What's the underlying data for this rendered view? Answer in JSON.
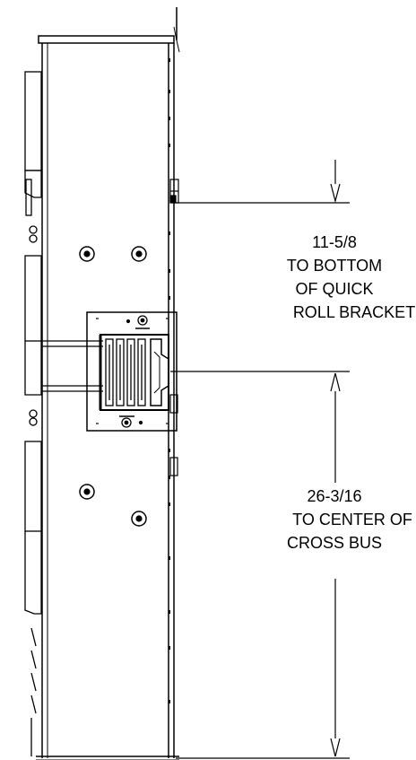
{
  "dimensions": {
    "upper": {
      "value": "11-5/8",
      "line2": "TO BOTTOM",
      "line3": "OF QUICK",
      "line4": "ROLL BRACKET"
    },
    "lower": {
      "value": "26-3/16",
      "line2": "TO CENTER OF",
      "line3": "CROSS BUS"
    }
  }
}
